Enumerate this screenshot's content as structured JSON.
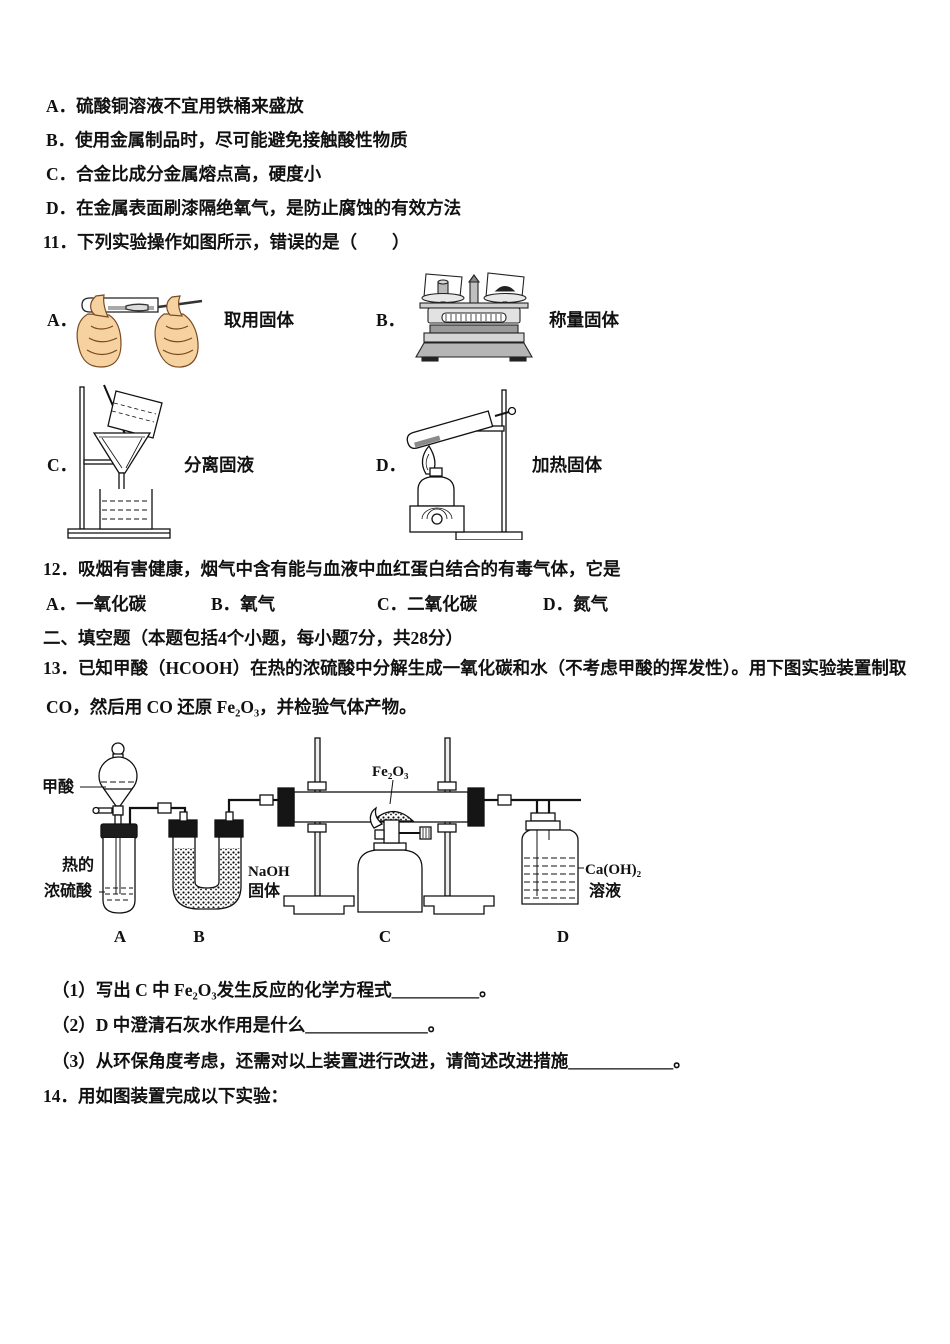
{
  "q10": {
    "options": [
      "A．硫酸铜溶液不宜用铁桶来盛放",
      "B．使用金属制品时，尽可能避免接触酸性物质",
      "C．合金比成分金属熔点高，硬度小",
      "D．在金属表面刷漆隔绝氧气，是防止腐蚀的有效方法"
    ]
  },
  "q11": {
    "stem": "11．下列实验操作如图所示，错误的是（　　）",
    "figures": [
      {
        "label": "A．",
        "caption": "取用固体"
      },
      {
        "label": "B．",
        "caption": "称量固体"
      },
      {
        "label": "C．",
        "caption": "分离固液"
      },
      {
        "label": "D．",
        "caption": "加热固体"
      }
    ]
  },
  "q12": {
    "stem": "12．吸烟有害健康，烟气中含有能与血液中血红蛋白结合的有毒气体，它是",
    "options": [
      "A．一氧化碳",
      "B．氧气",
      "C．二氧化碳",
      "D．氮气"
    ]
  },
  "section2": {
    "header": "二、填空题（本题包括4个小题，每小题7分，共28分）"
  },
  "q13": {
    "stem_line1": "13．已知甲酸（HCOOH）在热的浓硫酸中分解生成一氧化碳和水（不考虑甲酸的挥发性）。用下图实验装置制取",
    "stem_line2": "CO，然后用 CO 还原 Fe₂O₃，并检验气体产物。",
    "diagram": {
      "formic_acid": "甲酸",
      "hot_acid_line1": "热的",
      "hot_acid_line2": "浓硫酸",
      "naoh_line1": "NaOH",
      "naoh_line2": "固体",
      "fe2o3": "Fe₂O₃",
      "caoh2_line1": "Ca(OH)₂",
      "caoh2_line2": "溶液",
      "letters": {
        "a": "A",
        "b": "B",
        "c": "C",
        "d": "D"
      }
    },
    "sub_questions": [
      "（1）写出 C 中 Fe₂O₃发生反应的化学方程式__________。",
      "（2）D 中澄清石灰水作用是什么______________。",
      "（3）从环保角度考虑，还需对以上装置进行改进，请简述改进措施____________。"
    ]
  },
  "q14": {
    "stem": "14．用如图装置完成以下实验："
  }
}
